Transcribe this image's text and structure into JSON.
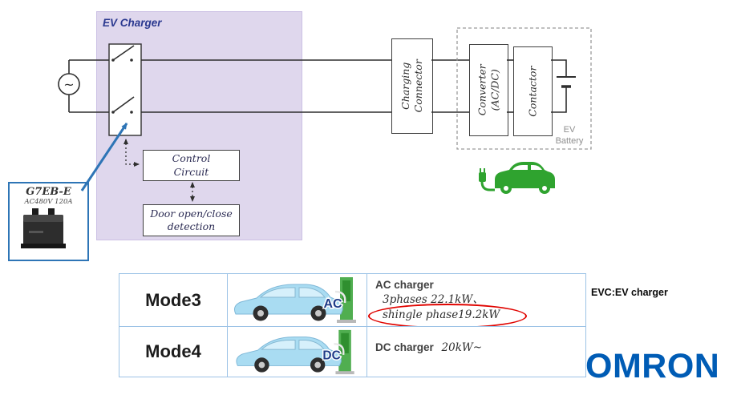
{
  "diagram": {
    "title": "EV Charger",
    "control_circuit": "Control\nCircuit",
    "door_detection": "Door open/close\ndetection",
    "charging_connector": "Charging\nConnector",
    "converter": "Converter\n(AC/DC)",
    "contactor": "Contactor",
    "ev_battery": "EV\nBattery",
    "relay_model": "G7EB-E",
    "relay_spec": "AC480V 120A"
  },
  "table": {
    "rows": [
      {
        "mode": "Mode3",
        "plug_label": "AC",
        "title": "AC charger",
        "detail1": "3phases 22.1kW、",
        "detail2": "shingle phase19.2kW"
      },
      {
        "mode": "Mode4",
        "plug_label": "DC",
        "title": "DC charger",
        "detail1": "20kW~"
      }
    ]
  },
  "footer": {
    "note": "EVC:EV charger",
    "brand": "OMRON"
  },
  "colors": {
    "omron_blue": "#005CB5",
    "highlight_red": "#E00400",
    "ev_green": "#2FA32F",
    "charger_panel_purple": "#DFD7ED"
  }
}
